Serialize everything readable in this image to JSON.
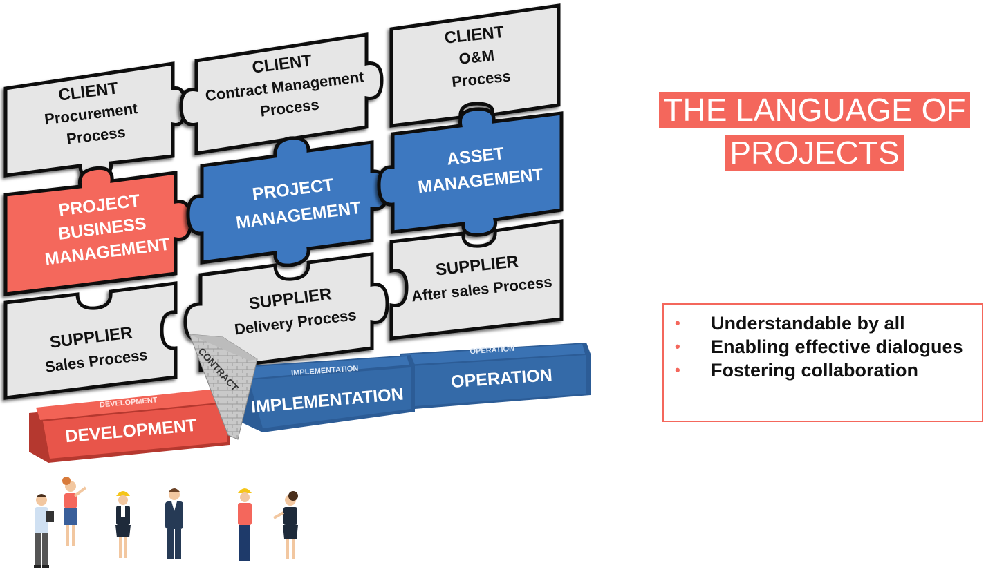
{
  "colors": {
    "grey": "#e6e6e6",
    "blue": "#3e78c0",
    "red": "#f4675c",
    "stage_blue": "#3a72b3",
    "stage_red": "#e8554a"
  },
  "puzzle": {
    "r0": [
      {
        "lines": [
          "CLIENT",
          "Procurement",
          "Process"
        ]
      },
      {
        "lines": [
          "CLIENT",
          "Contract Management",
          "Process"
        ]
      },
      {
        "lines": [
          "CLIENT",
          "O&M",
          "Process"
        ]
      }
    ],
    "r1": [
      {
        "lines": [
          "PROJECT",
          "BUSINESS",
          "MANAGEMENT"
        ]
      },
      {
        "lines": [
          "PROJECT",
          "MANAGEMENT"
        ]
      },
      {
        "lines": [
          "ASSET",
          "MANAGEMENT"
        ]
      }
    ],
    "r2": [
      {
        "lines": [
          "SUPPLIER",
          "Sales Process"
        ]
      },
      {
        "lines": [
          "SUPPLIER",
          "Delivery Process"
        ]
      },
      {
        "lines": [
          "SUPPLIER",
          "After sales Process"
        ]
      }
    ]
  },
  "stages": {
    "development_top": "DEVELOPMENT",
    "development_front": "DEVELOPMENT",
    "contract": "CONTRACT",
    "implementation_top": "IMPLEMENTATION",
    "implementation_front": "IMPLEMENTATION",
    "operation_top": "OPERATION",
    "operation_front": "OPERATION"
  },
  "title": {
    "line1": "THE LANGUAGE OF",
    "line2": "PROJECTS"
  },
  "bullets": [
    "Understandable by all",
    "Enabling effective dialogues",
    "Fostering collaboration"
  ],
  "people": [
    {
      "icon": "man-with-tablet-icon"
    },
    {
      "icon": "woman-pointing-icon"
    },
    {
      "icon": "woman-hardhat-icon"
    },
    {
      "icon": "businessman-icon"
    },
    {
      "icon": "man-hardhat-thinking-icon"
    },
    {
      "icon": "woman-talking-icon"
    }
  ]
}
